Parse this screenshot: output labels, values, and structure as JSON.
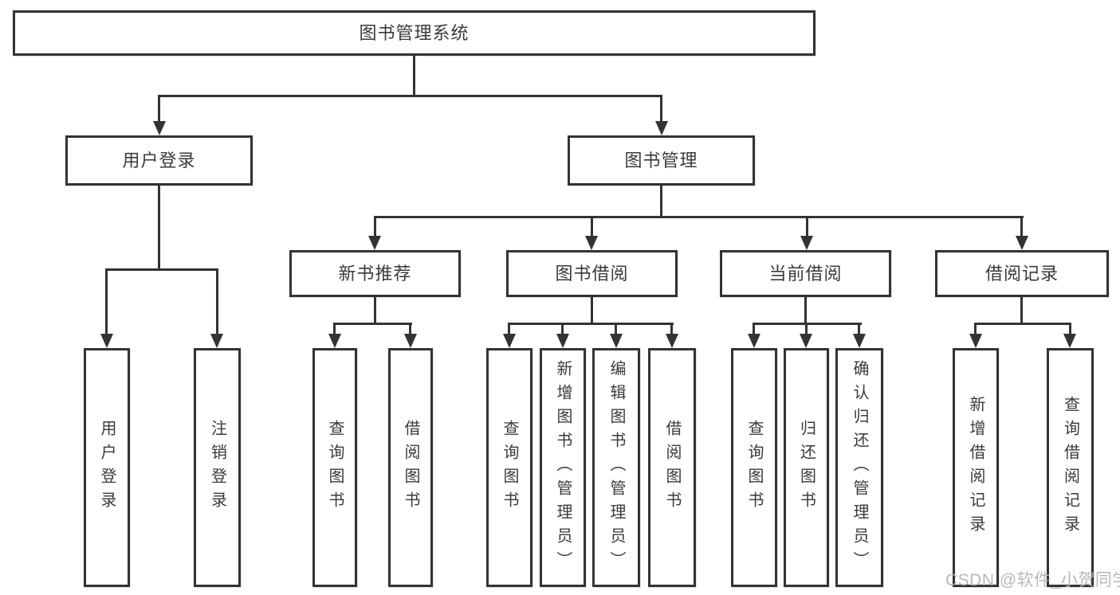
{
  "colors": {
    "line": "#333333",
    "text": "#3a3a3a",
    "box_bg": "#ffffff",
    "canvas_bg": "#ffffff",
    "watermark": "#b3b3b3"
  },
  "tree": {
    "label": "图书管理系统",
    "children": [
      {
        "label": "用户登录",
        "children": [
          {
            "label": "用户登录"
          },
          {
            "label": "注销登录"
          }
        ]
      },
      {
        "label": "图书管理",
        "children": [
          {
            "label": "新书推荐",
            "children": [
              {
                "label": "查询图书"
              },
              {
                "label": "借阅图书"
              }
            ]
          },
          {
            "label": "图书借阅",
            "children": [
              {
                "label": "查询图书"
              },
              {
                "label": "新增图书（管理员）"
              },
              {
                "label": "编辑图书（管理员）"
              },
              {
                "label": "借阅图书"
              }
            ]
          },
          {
            "label": "当前借阅",
            "children": [
              {
                "label": "查询图书"
              },
              {
                "label": "归还图书"
              },
              {
                "label": "确认归还（管理员）"
              }
            ]
          },
          {
            "label": "借阅记录",
            "children": [
              {
                "label": "新增借阅记录"
              },
              {
                "label": "查询借阅记录"
              }
            ]
          }
        ]
      }
    ]
  },
  "watermark": {
    "text": "CSDN @软件_小贺同学"
  }
}
